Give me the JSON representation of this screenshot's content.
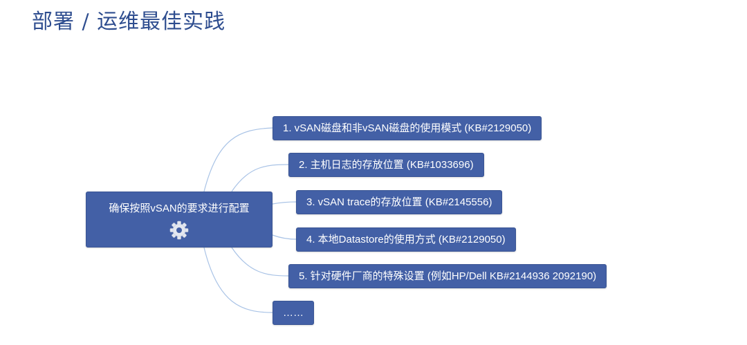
{
  "page": {
    "title": "部署 / 运维最佳实践"
  },
  "mindmap": {
    "root": {
      "label": "确保按照vSAN的要求进行配置",
      "icon": "gear-icon"
    },
    "branches": [
      {
        "label": "1. vSAN磁盘和非vSAN磁盘的使用模式 (KB#2129050)"
      },
      {
        "label": "2. 主机日志的存放位置 (KB#1033696)"
      },
      {
        "label": "3. vSAN trace的存放位置 (KB#2145556)"
      },
      {
        "label": "4. 本地Datastore的使用方式 (KB#2129050)"
      },
      {
        "label": "5. 针对硬件厂商的特殊设置 (例如HP/Dell KB#2144936 2092190)"
      },
      {
        "label": "……"
      }
    ],
    "colors": {
      "node_fill": "#4360a6",
      "node_text": "#ffffff",
      "connector": "#a9c3e6",
      "title": "#2e4d8f",
      "gear": "#e3e7f0"
    }
  }
}
